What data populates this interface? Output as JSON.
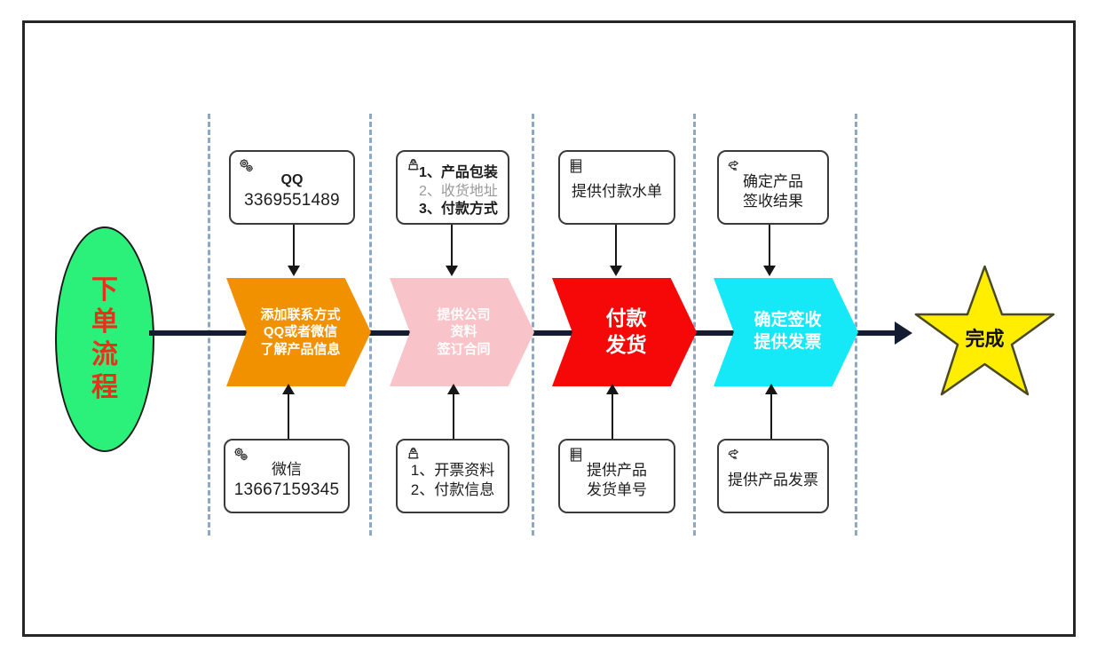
{
  "diagram": {
    "title": "下单流程",
    "start": {
      "label_lines": [
        "下",
        "单",
        "流",
        "程"
      ],
      "fill": "#2bf07a",
      "text_color": "#e8301a"
    },
    "finish": {
      "label": "完成",
      "fill": "#ffee00",
      "text_color": "#111111"
    },
    "lane_divider_color": "#8ea8c3",
    "spine_color": "#131c30",
    "stages": [
      {
        "id": "stage-1",
        "fill": "#f29100",
        "text_color": "#ffffff",
        "label_lines": [
          "添加联系方式",
          "QQ或者微信",
          "了解产品信息"
        ],
        "top_note": {
          "icon": "gears-icon",
          "lines": [
            {
              "text": "QQ",
              "style": "bold"
            },
            {
              "text": "3369551489",
              "style": "num"
            }
          ]
        },
        "bottom_note": {
          "icon": "gears-icon",
          "lines": [
            {
              "text": "微信",
              "style": "plain"
            },
            {
              "text": "13667159345",
              "style": "num"
            }
          ]
        }
      },
      {
        "id": "stage-2",
        "fill": "#f8c4c9",
        "text_color": "#ffffff",
        "label_lines": [
          "提供公司",
          "资料",
          "签订合同"
        ],
        "top_note": {
          "icon": "person-icon",
          "lines": [
            {
              "text": "1、产品包装",
              "style": "bold"
            },
            {
              "text": "2、收货地址",
              "style": "dim"
            },
            {
              "text": "3、付款方式",
              "style": "bold"
            }
          ]
        },
        "bottom_note": {
          "icon": "person-icon",
          "lines": [
            {
              "text": "1、开票资料",
              "style": "plain"
            },
            {
              "text": "2、付款信息",
              "style": "plain"
            }
          ]
        }
      },
      {
        "id": "stage-3",
        "fill": "#f60808",
        "text_color": "#ffffff",
        "label_lines": [
          "付款",
          "发货"
        ],
        "top_note": {
          "icon": "document-list-icon",
          "lines": [
            {
              "text": "提供付款水单",
              "style": "plain"
            }
          ]
        },
        "bottom_note": {
          "icon": "document-list-icon",
          "lines": [
            {
              "text": "提供产品",
              "style": "plain"
            },
            {
              "text": "发货单号",
              "style": "plain"
            }
          ]
        }
      },
      {
        "id": "stage-4",
        "fill": "#15e8f6",
        "text_color": "#ffffff",
        "label_lines": [
          "确定签收",
          "提供发票"
        ],
        "top_note": {
          "icon": "pointing-hand-icon",
          "lines": [
            {
              "text": "确定产品",
              "style": "plain"
            },
            {
              "text": "签收结果",
              "style": "plain"
            }
          ]
        },
        "bottom_note": {
          "icon": "pointing-hand-icon",
          "lines": [
            {
              "text": "提供产品发票",
              "style": "plain"
            }
          ]
        }
      }
    ]
  }
}
